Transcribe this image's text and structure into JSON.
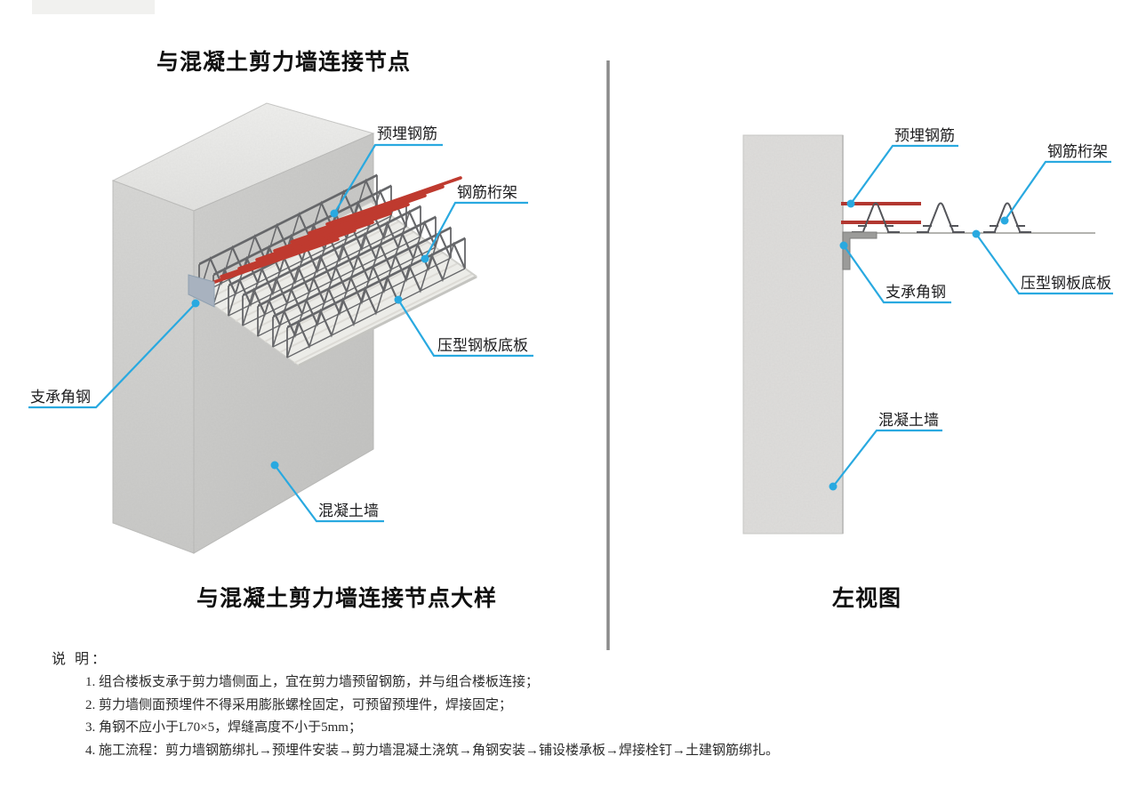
{
  "header": {
    "title": "与混凝土剪力墙连接节点"
  },
  "left_diagram": {
    "caption": "与混凝土剪力墙连接节点大样",
    "labels": {
      "embedded_rebar": "预埋钢筋",
      "rebar_truss": "钢筋桁架",
      "profiled_steel_deck": "压型钢板底板",
      "support_angle": "支承角钢",
      "concrete_wall": "混凝土墙"
    }
  },
  "right_diagram": {
    "caption": "左视图",
    "labels": {
      "embedded_rebar": "预埋钢筋",
      "rebar_truss": "钢筋桁架",
      "profiled_steel_deck": "压型钢板底板",
      "support_angle": "支承角钢",
      "concrete_wall": "混凝土墙"
    }
  },
  "notes": {
    "heading": "说 明：",
    "items": [
      "1. 组合楼板支承于剪力墙侧面上，宜在剪力墙预留钢筋，并与组合楼板连接；",
      "2. 剪力墙侧面预埋件不得采用膨胀螺栓固定，可预留预埋件，焊接固定；",
      "3. 角钢不应小于L70×5，焊缝高度不小于5mm；",
      "4. 施工流程：剪力墙钢筋绑扎→预埋件安装→剪力墙混凝土浇筑→角钢安装→铺设楼承板→焊接栓钉→土建钢筋绑扎。"
    ]
  },
  "colors": {
    "leader": "#29a9e0",
    "rebar_red": "#bf3a2f",
    "truss_gray": "#66676a",
    "concrete_light": "#e9e9e7",
    "concrete_mid": "#cfcfcd",
    "divider": "#8b8b8b"
  }
}
